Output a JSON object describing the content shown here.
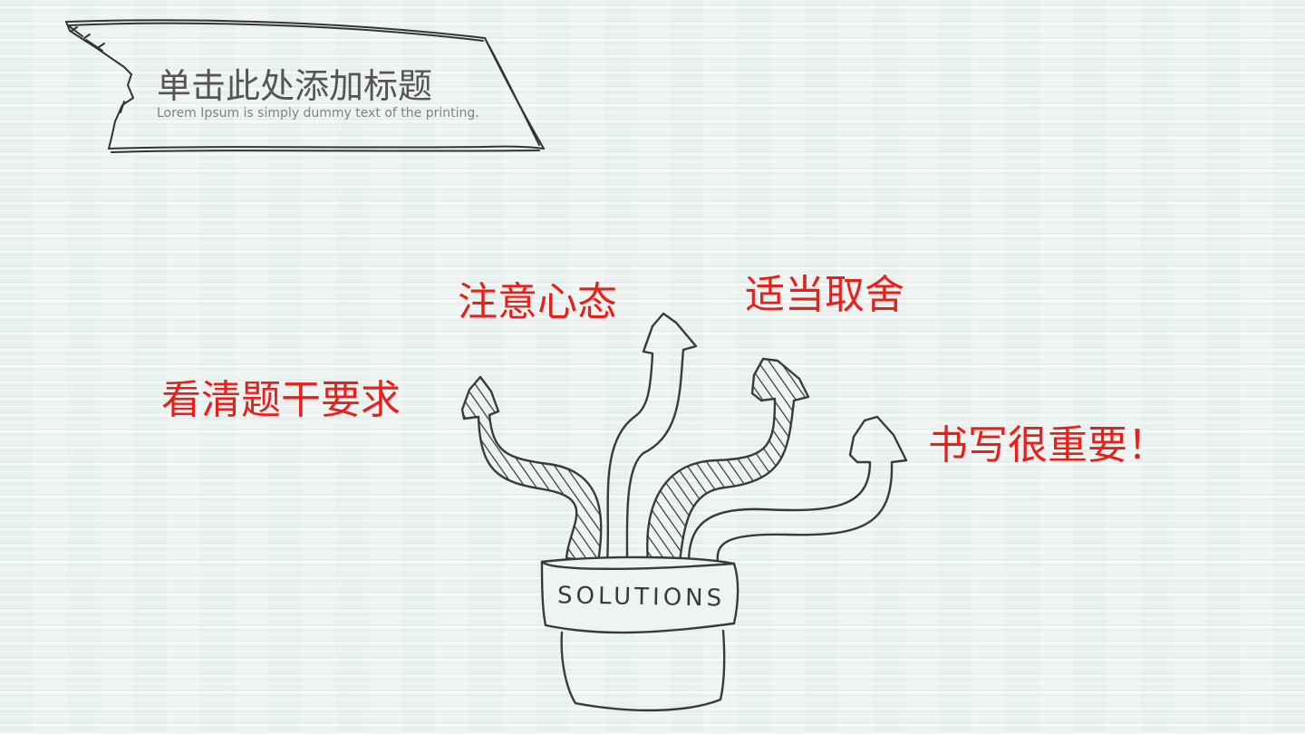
{
  "header": {
    "title": "单击此处添加标题",
    "subtitle": "Lorem Ipsum is simply dummy text of the printing."
  },
  "diagram": {
    "base_label": "SOLUTIONS",
    "options": [
      {
        "label": "看清题干要求"
      },
      {
        "label": "注意心态"
      },
      {
        "label": "适当取舍"
      },
      {
        "label": "书写很重要！"
      }
    ]
  },
  "colors": {
    "accent_text": "#e8201c",
    "title_text": "#555555",
    "subtitle_text": "#808080",
    "sketch_line": "#3a3a3a",
    "background": "#eef4f2"
  },
  "icons": [
    "hand-drawn-banner-icon",
    "solutions-pot-icon",
    "arrow-icon"
  ]
}
